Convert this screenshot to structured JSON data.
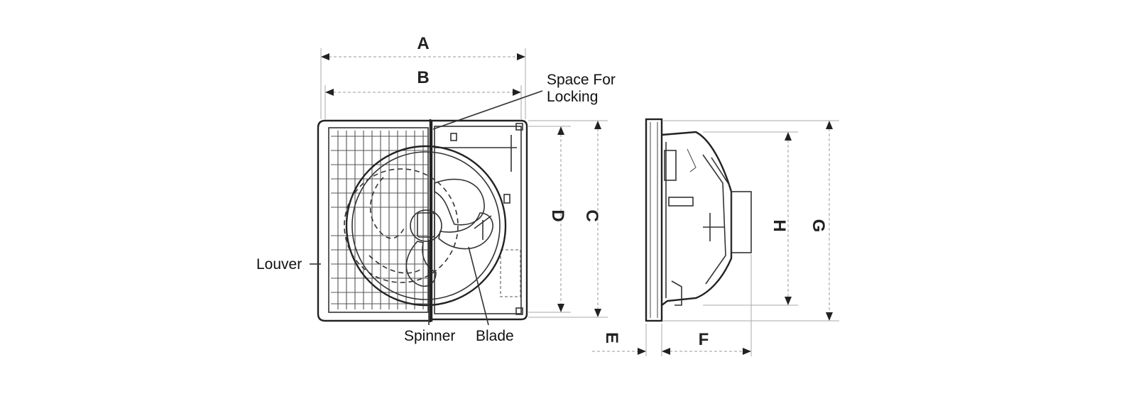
{
  "dimensions": {
    "a": "A",
    "b": "B",
    "c": "C",
    "d": "D",
    "e": "E",
    "f": "F",
    "g": "G",
    "h": "H"
  },
  "callouts": {
    "space_for_locking_line1": "Space For",
    "space_for_locking_line2": "Locking",
    "louver": "Louver",
    "spinner": "Spinner",
    "blade": "Blade"
  },
  "colors": {
    "line": "#333333",
    "text": "#222222",
    "background": "#ffffff"
  }
}
